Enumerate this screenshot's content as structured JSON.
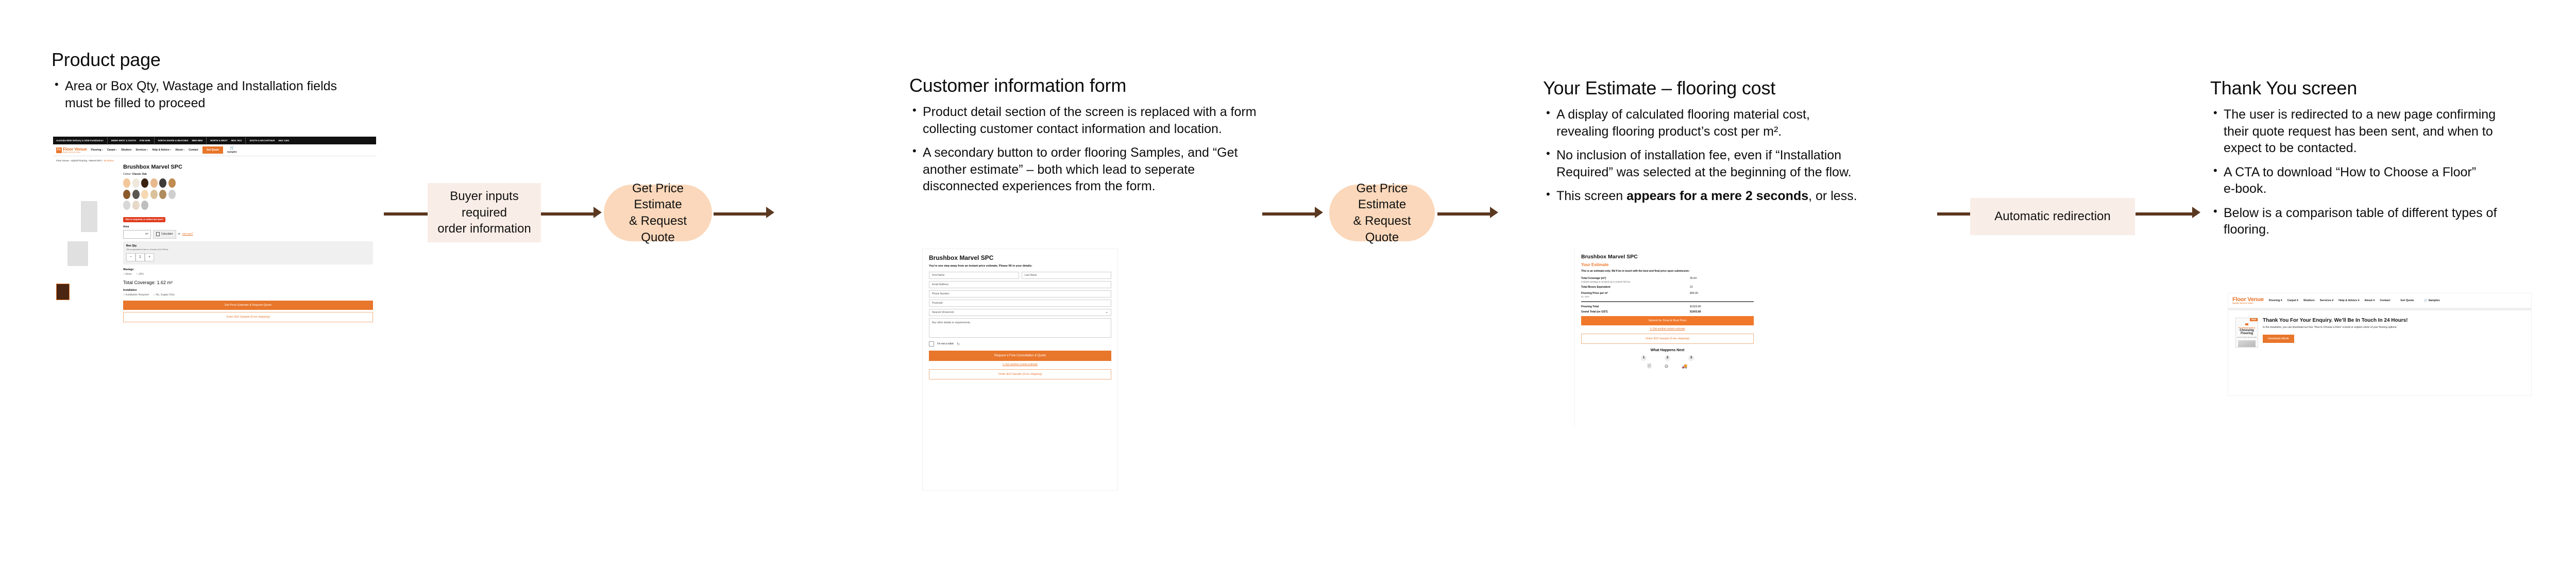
{
  "flow": {
    "columns": [
      {
        "id": "product-page",
        "title": "Product page",
        "bullets": [
          {
            "text": "Area or Box Qty, Wastage and Installation fields must be filled to proceed"
          }
        ]
      },
      {
        "id": "customer-information-form",
        "title": "Customer information form",
        "bullets": [
          {
            "text": "Product detail section of the screen is replaced with a form collecting customer contact information and location."
          },
          {
            "text": "A secondary button to order flooring Samples, and “Get another estimate” – both which lead to seperate disconnected experiences from the form."
          }
        ]
      },
      {
        "id": "your-estimate",
        "title": "Your Estimate – flooring cost",
        "bullets": [
          {
            "text": "A display of calculated flooring material cost, revealing flooring product’s cost per m²."
          },
          {
            "text": "No inclusion of installation fee, even if “Installation Required” was selected at the beginning of the flow."
          },
          {
            "pre": "This screen ",
            "strong": "appears for a mere 2 seconds",
            "post": ", or less."
          }
        ]
      },
      {
        "id": "thank-you-screen",
        "title": "Thank You screen",
        "bullets": [
          {
            "text": "The user is redirected to a new page confirming their quote request has been sent, and when to expect to be contacted."
          },
          {
            "text": "A CTA to download “How to Choose a Floor” e-book."
          },
          {
            "text": "Below is a comparison table of different types of flooring."
          }
        ]
      }
    ],
    "steps": [
      {
        "id": "buyer-inputs",
        "shape": "rect",
        "label": "Buyer inputs required\norder information"
      },
      {
        "id": "get-price-estimate-1",
        "shape": "pill",
        "label": "Get Price Estimate\n& Request Quote"
      },
      {
        "id": "get-price-estimate-2",
        "shape": "pill",
        "label": "Get Price Estimate\n& Request Quote"
      },
      {
        "id": "automatic-redirection",
        "shape": "rect",
        "label": "Automatic redirection"
      }
    ],
    "colors": {
      "arrow": "#5B3820",
      "rect_chip": "#F9EDE7",
      "pill_chip": "#FBD8BB",
      "brand_orange": "#E8762B",
      "alert_red": "#E03B1E"
    }
  },
  "site": {
    "topbar": {
      "tagline": "Australia-Wide Delivery & NSW Installations",
      "regions": [
        {
          "name": "INNER WEST & SOUTH",
          "phone": "9750 5095"
        },
        {
          "name": "NORTH SHORE & BEACHES",
          "phone": "8880 9866"
        },
        {
          "name": "NORTH & WEST",
          "phone": "9831 7621"
        },
        {
          "name": "SOUTH & MACARTHUR",
          "phone": "4641 1363"
        }
      ]
    },
    "logo": {
      "mark": "Fv",
      "name": "Floor Venue",
      "tagline": "Quality Service Value"
    },
    "nav": [
      {
        "label": "Flooring",
        "caret": true
      },
      {
        "label": "Carpet",
        "caret": true
      },
      {
        "label": "Shutters",
        "caret": false
      },
      {
        "label": "Services",
        "caret": true
      },
      {
        "label": "Help & Advice",
        "caret": true
      },
      {
        "label": "About",
        "caret": true
      },
      {
        "label": "Contact",
        "caret": false
      }
    ],
    "quote_button": "Get Quote",
    "samples": {
      "label": "Samples",
      "icon": "cart-icon"
    }
  },
  "screen_product": {
    "breadcrumb": {
      "items": [
        "Floor Venue",
        "Hybrid Flooring",
        "Marvel SPC"
      ],
      "current": "Brushbox",
      "sep": "›"
    },
    "title": "Brushbox Marvel SPC",
    "colour_label": "Colour:",
    "colour_value": "Classic Oak",
    "swatch_colors": [
      "#F3C79B",
      "#EFE7DA",
      "#3A2112",
      "#E7B98C",
      "#3E3B38",
      "#C08B51",
      "#8A5A2B",
      "#5A5651",
      "#F6D9B3",
      "#D9C19A",
      "#B08B5E",
      "#CFCFCF",
      "#D8D8D8",
      "#E6D9C8",
      "#BFBFBF"
    ],
    "required_badge": "This is required, or select not sure?",
    "area_label": "Area",
    "area_unit": "m²",
    "area_value": "",
    "calculator_label": "Calculator",
    "or_label": "or",
    "not_sure_label": "not sure?",
    "box_qty": {
      "title": "Box Qty.",
      "subtitle": "This is equivalent to this no. of boxes (1.62 m²/box).",
      "minus": "−",
      "value": "1",
      "plus": "+"
    },
    "wastage": {
      "label": "Wastage",
      "options": [
        "None",
        "10%"
      ]
    },
    "total_coverage": "Total Coverage: 1.62 m²",
    "installation": {
      "label": "Installation",
      "options": [
        "Installation Required",
        "No, Supply Only"
      ]
    },
    "primary_cta": "Get Price Estimate & Request Quote",
    "secondary_cta": "Order $10 Sample (Free shipping)"
  },
  "screen_form": {
    "title": "Brushbox Marvel SPC",
    "subtitle": "You’re one step away from an instant price estimate. Please fill in your details:",
    "fields": [
      {
        "name": "first-name-field",
        "placeholder": "First Name"
      },
      {
        "name": "last-name-field",
        "placeholder": "Last Name"
      },
      {
        "name": "email-field",
        "placeholder": "Email Address"
      },
      {
        "name": "phone-field",
        "placeholder": "Phone Number"
      },
      {
        "name": "postcode-field",
        "placeholder": "Postcode"
      },
      {
        "name": "showroom-select",
        "placeholder": "Nearest Showroom"
      },
      {
        "name": "details-textarea",
        "placeholder": "Any other details or requirements."
      }
    ],
    "captcha": {
      "label": "I'm not a robot",
      "brand": "reCAPTCHA"
    },
    "primary_cta": "Request a Free Consultation & Quote",
    "link_cta": "Get another instant estimate",
    "secondary_cta": "Order $10 Sample (Free shipping)"
  },
  "screen_estimate": {
    "title": "Brushbox Marvel SPC",
    "heading": "Your Estimate",
    "disclaimer": "This is an estimate-only. We’ll be in touch with the best and final price upon submission:",
    "lines": [
      {
        "key": "Total Coverage (m²)",
        "value": "35.64",
        "note": "Includes wastage & rounded up to nearest full box."
      },
      {
        "key": "Total Boxes Equivalent",
        "value": "22",
        "note": ""
      },
      {
        "key": "Flooring Price per m²",
        "value": "$45.00",
        "note": "ex. GST"
      }
    ],
    "totals": [
      {
        "key": "Flooring Total",
        "value": "$1603.80"
      },
      {
        "key": "Grand Total (ex GST)",
        "value": "$1603.80"
      }
    ],
    "primary_cta": "Submit for Final & Best Price",
    "link_cta": "Get another instant estimate",
    "secondary_cta": "Order $10 Sample (Free shipping)",
    "next_heading": "What Happens Next",
    "next_steps": [
      {
        "number": "1",
        "icon": "document-icon"
      },
      {
        "number": "2",
        "icon": "price-tag-icon"
      },
      {
        "number": "3",
        "icon": "delivery-truck-icon"
      }
    ]
  },
  "screen_thankyou": {
    "heading": "Thank You For Your Enquiry. We’ll Be In Touch In 24 Hours!",
    "body": "In the meantime, you can download our free “How to Choose a Floor” e-book or explore some of your flooring options.",
    "cta": "Download eBook",
    "ebook": {
      "badge": "FREE",
      "kicker": "The Ultimate Guide to",
      "title": "Choosing Flooring",
      "sub": "A fresh, practical, bias-free guide"
    }
  }
}
